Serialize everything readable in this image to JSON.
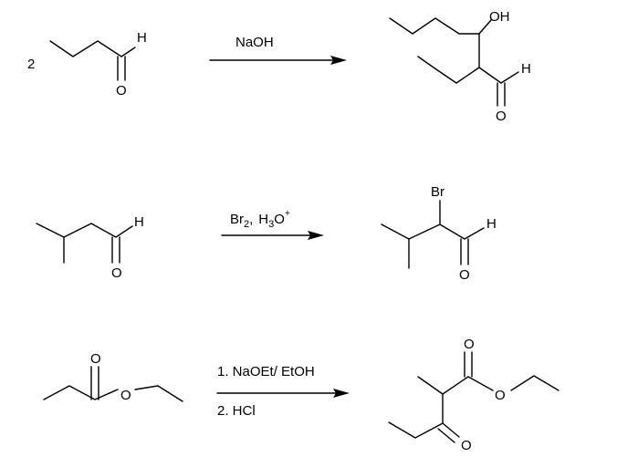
{
  "reactions": [
    {
      "coefficient": "2",
      "reagents": [
        "NaOH"
      ],
      "reactant_atoms": {
        "H": "H",
        "O": "O"
      },
      "product_atoms": {
        "OH": "OH",
        "H": "H",
        "O": "O"
      }
    },
    {
      "reagent": {
        "br": "Br",
        "br_sub": "2",
        "sep": ",",
        "h": "H",
        "h_sub": "3",
        "o": "O",
        "o_sup": "+"
      },
      "reactant_atoms": {
        "H": "H",
        "O": "O"
      },
      "product_atoms": {
        "Br": "Br",
        "H": "H",
        "O": "O"
      }
    },
    {
      "reagents": [
        "1. NaOEt/ EtOH",
        "2. HCl"
      ],
      "reactant_atoms": {
        "O_carbonyl": "O",
        "O_ester": "O"
      },
      "product_atoms": {
        "O_carbonyl": "O",
        "O_ester": "O",
        "O_ketone": "O"
      }
    }
  ]
}
